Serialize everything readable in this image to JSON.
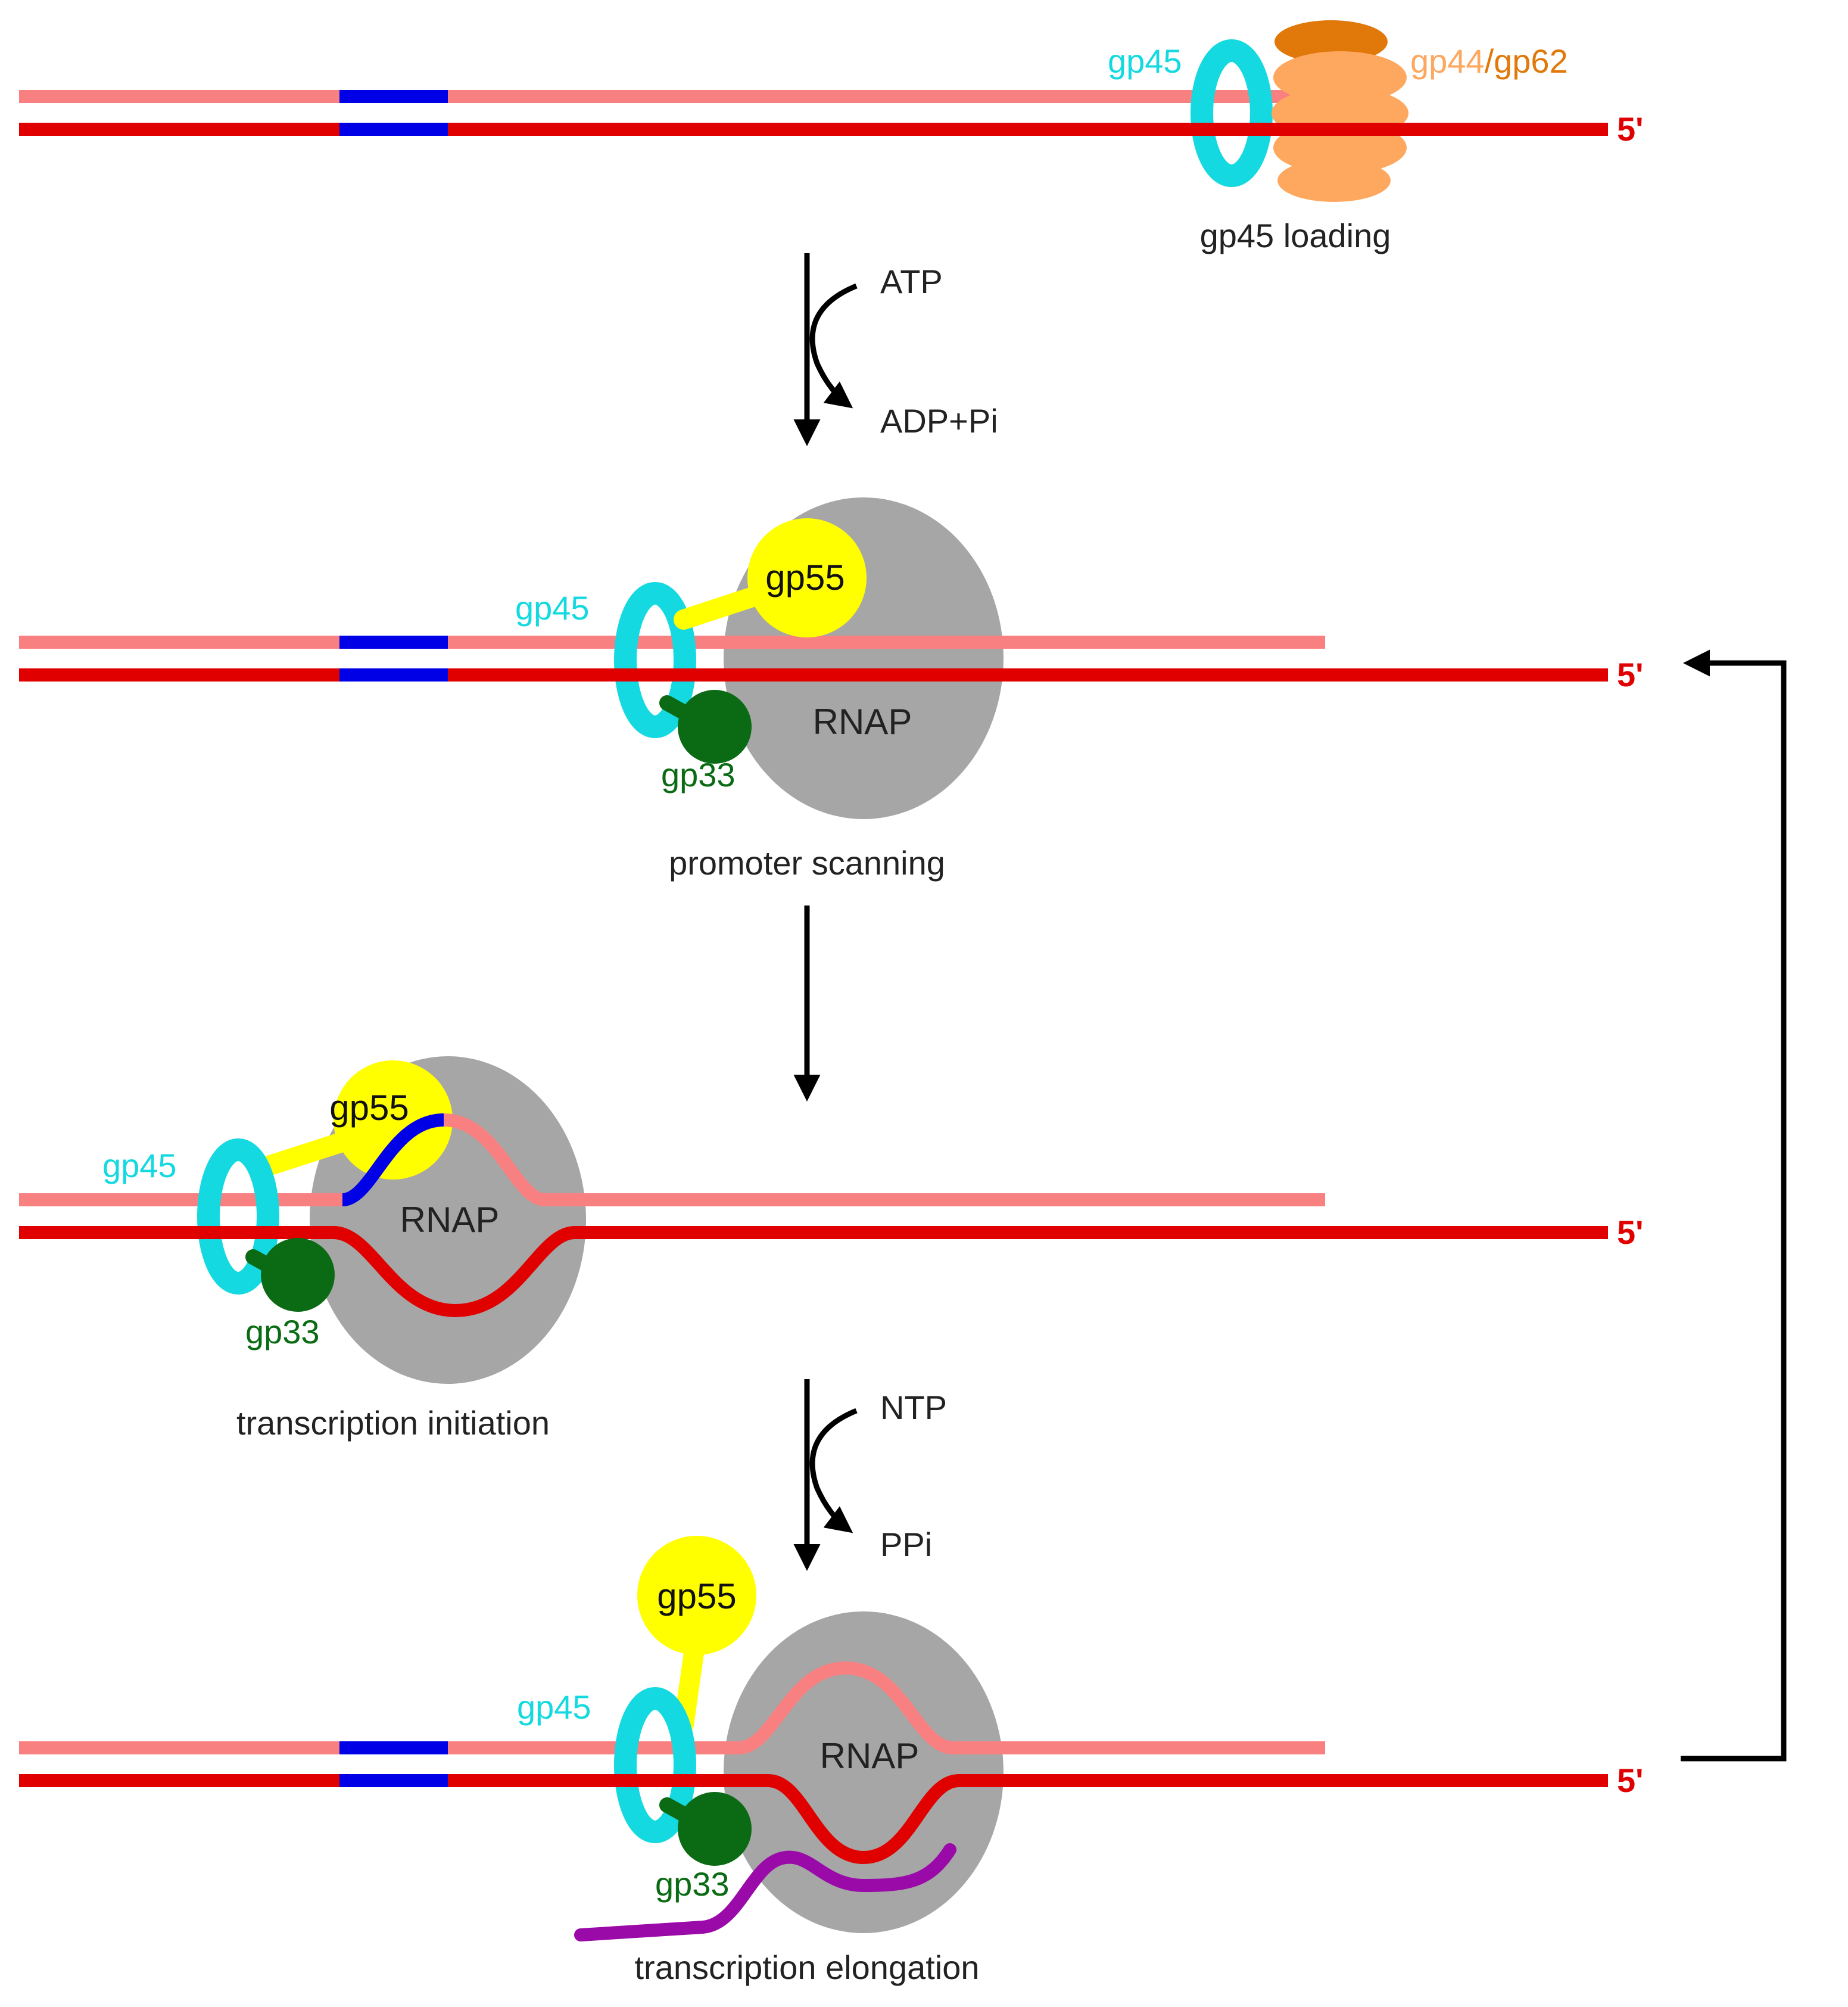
{
  "colors": {
    "template_strand": "#e00000",
    "nontemplate_strand": "#f98080",
    "promoter": "#0000e6",
    "gp45": "#14d9e0",
    "gp44": "#fda85e",
    "gp62": "#e0780a",
    "gp55": "#ffff00",
    "gp33": "#0b6b14",
    "rnap": "#a6a6a6",
    "rna": "#9a0aa8",
    "arrow": "#000000"
  },
  "labels": {
    "five_prime": "5'",
    "gp45": "gp45",
    "gp44": "gp44",
    "slash": "/",
    "gp62": "gp62",
    "gp55": "gp55",
    "gp33": "gp33",
    "rnap": "RNAP"
  },
  "stages": {
    "loading": "gp45 loading",
    "scanning": "promoter scanning",
    "initiation": "transcription initiation",
    "elongation": "transcription elongation"
  },
  "reactions": {
    "atp_in": "ATP",
    "atp_out": "ADP+Pi",
    "ntp_in": "NTP",
    "ntp_out": "PPi"
  }
}
